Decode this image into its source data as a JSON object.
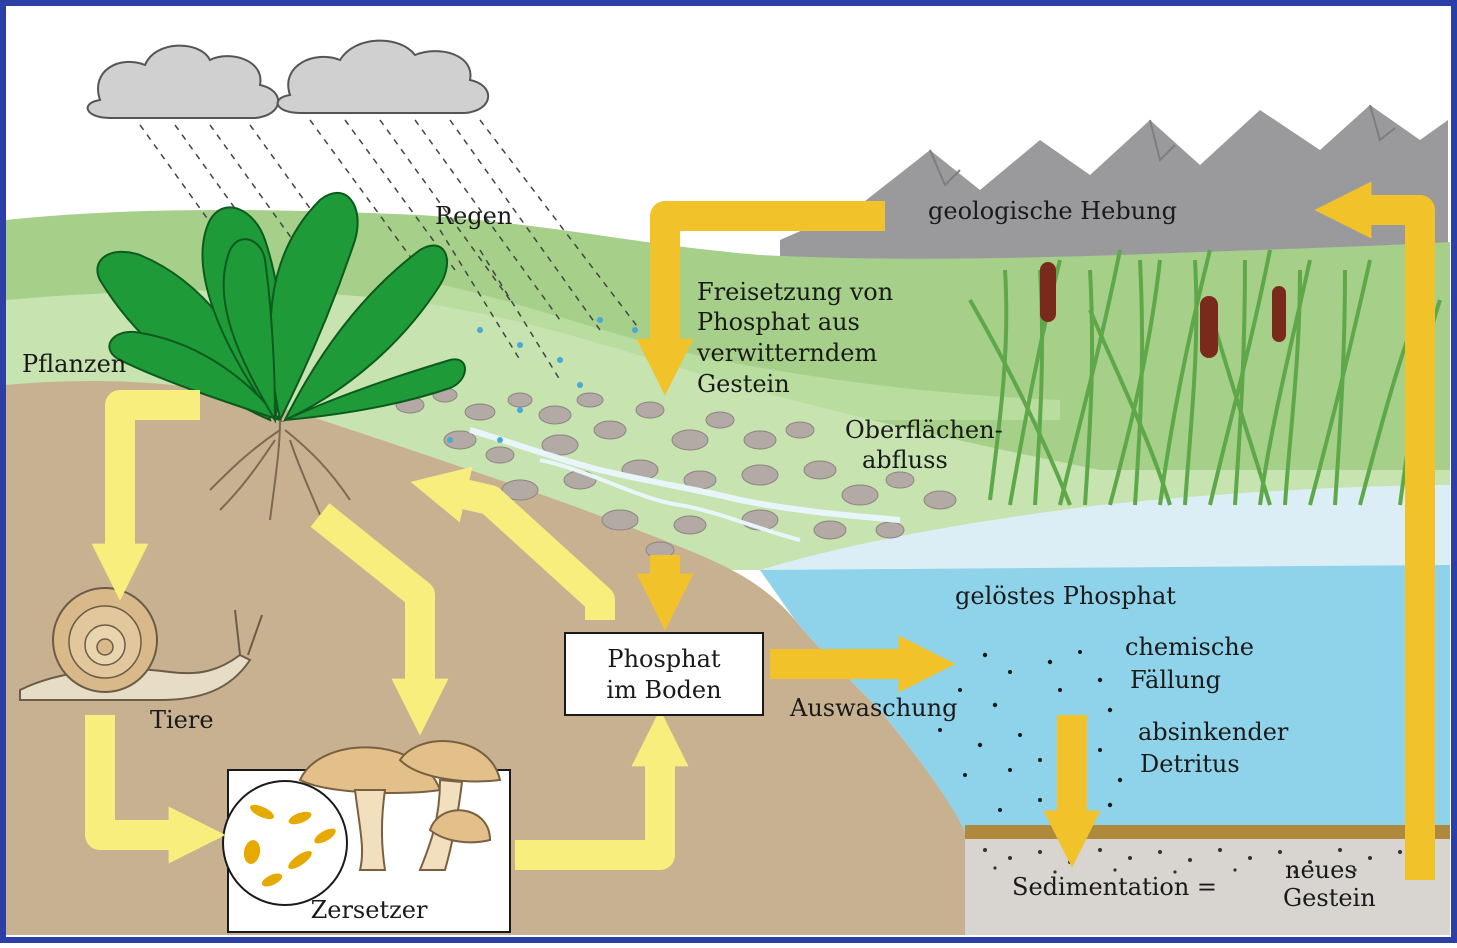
{
  "labels": {
    "rain": "Regen",
    "geological_uplift": "geologische Hebung",
    "release_line1": "Freisetzung von",
    "release_line2": "Phosphat aus",
    "release_line3": "verwitterndem",
    "release_line4": "Gestein",
    "plants": "Pflanzen",
    "runoff_line1": "Oberflächen-",
    "runoff_line2": "abfluss",
    "dissolved_phosphate": "gelöstes Phosphat",
    "chem_line1": "chemische",
    "chem_line2": "Fällung",
    "soil_phosphate_line1": "Phosphat",
    "soil_phosphate_line2": "im Boden",
    "leaching": "Auswaschung",
    "animals": "Tiere",
    "detritus_line1": "absinkender",
    "detritus_line2": "Detritus",
    "decomposers": "Zersetzer",
    "sedimentation": "Sedimentation =",
    "new_rock_line1": "neues",
    "new_rock_line2": "Gestein"
  },
  "colors": {
    "frame": "#2b3fa6",
    "sky": "#ffffff",
    "mountains": "#9a9a9c",
    "hill": "#a6cf8a",
    "meadow": "#c6e3b0",
    "soil": "#c8b191",
    "water": "#8fd3ea",
    "river": "#dbeef5",
    "arrow_dark": "#f2c22a",
    "arrow_light": "#f7ee7e",
    "plant": "#1f9a38",
    "reed": "#73b85c",
    "cattail": "#7a2a1a",
    "stone": "#b3aaa5",
    "sediment": "#b08a3c"
  }
}
